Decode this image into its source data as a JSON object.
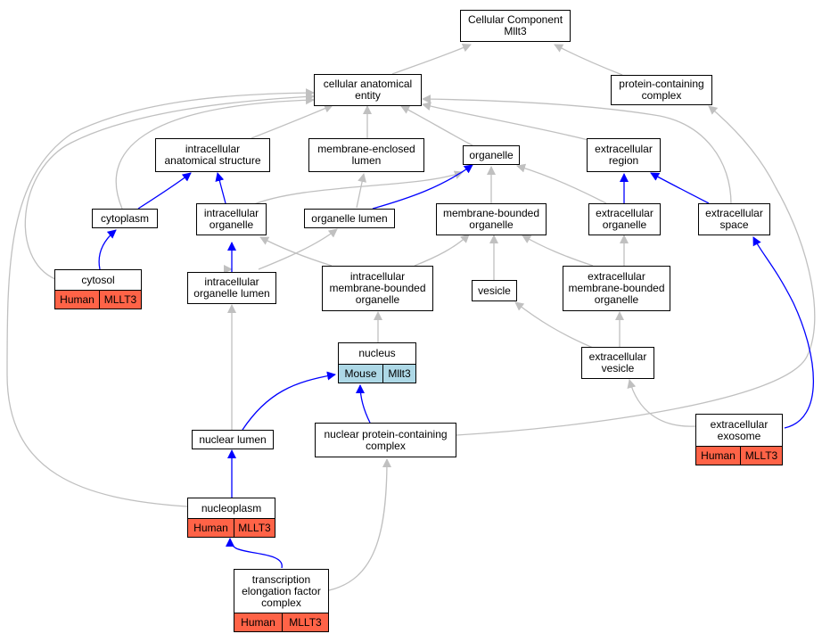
{
  "colors": {
    "is_a": "#c0c0c0",
    "part_of": "#0000ff",
    "human": "#ff6347",
    "mouse": "#add8e6"
  },
  "nodes": {
    "root": {
      "line1": "Cellular Component",
      "line2": "Mllt3"
    },
    "cae": {
      "line1": "cellular anatomical",
      "line2": "entity"
    },
    "pcc": {
      "line1": "protein-containing",
      "line2": "complex"
    },
    "ias": {
      "line1": "intracellular",
      "line2": "anatomical structure"
    },
    "mel": {
      "line1": "membrane-enclosed",
      "line2": "lumen"
    },
    "organelle": {
      "line1": "organelle"
    },
    "ecr": {
      "line1": "extracellular",
      "line2": "region"
    },
    "cytoplasm": {
      "line1": "cytoplasm"
    },
    "io": {
      "line1": "intracellular",
      "line2": "organelle"
    },
    "ol": {
      "line1": "organelle lumen"
    },
    "mbo": {
      "line1": "membrane-bounded",
      "line2": "organelle"
    },
    "eco": {
      "line1": "extracellular",
      "line2": "organelle"
    },
    "ecs": {
      "line1": "extracellular",
      "line2": "space"
    },
    "cytosol": {
      "line1": "cytosol",
      "species": "Human",
      "gene": "MLLT3"
    },
    "iol": {
      "line1": "intracellular",
      "line2": "organelle lumen"
    },
    "imbo": {
      "line1": "intracellular",
      "line2": "membrane-bounded",
      "line3": "organelle"
    },
    "vesicle": {
      "line1": "vesicle"
    },
    "embo": {
      "line1": "extracellular",
      "line2": "membrane-bounded",
      "line3": "organelle"
    },
    "nucleus": {
      "line1": "nucleus",
      "species": "Mouse",
      "gene": "Mllt3"
    },
    "ecv": {
      "line1": "extracellular",
      "line2": "vesicle"
    },
    "nl": {
      "line1": "nuclear lumen"
    },
    "npcc": {
      "line1": "nuclear protein-containing",
      "line2": "complex"
    },
    "exo": {
      "line1": "extracellular",
      "line2": "exosome",
      "species": "Human",
      "gene": "MLLT3"
    },
    "np": {
      "line1": "nucleoplasm",
      "species": "Human",
      "gene": "MLLT3"
    },
    "tefc": {
      "line1": "transcription",
      "line2": "elongation factor",
      "line3": "complex",
      "species": "Human",
      "gene": "MLLT3"
    }
  }
}
